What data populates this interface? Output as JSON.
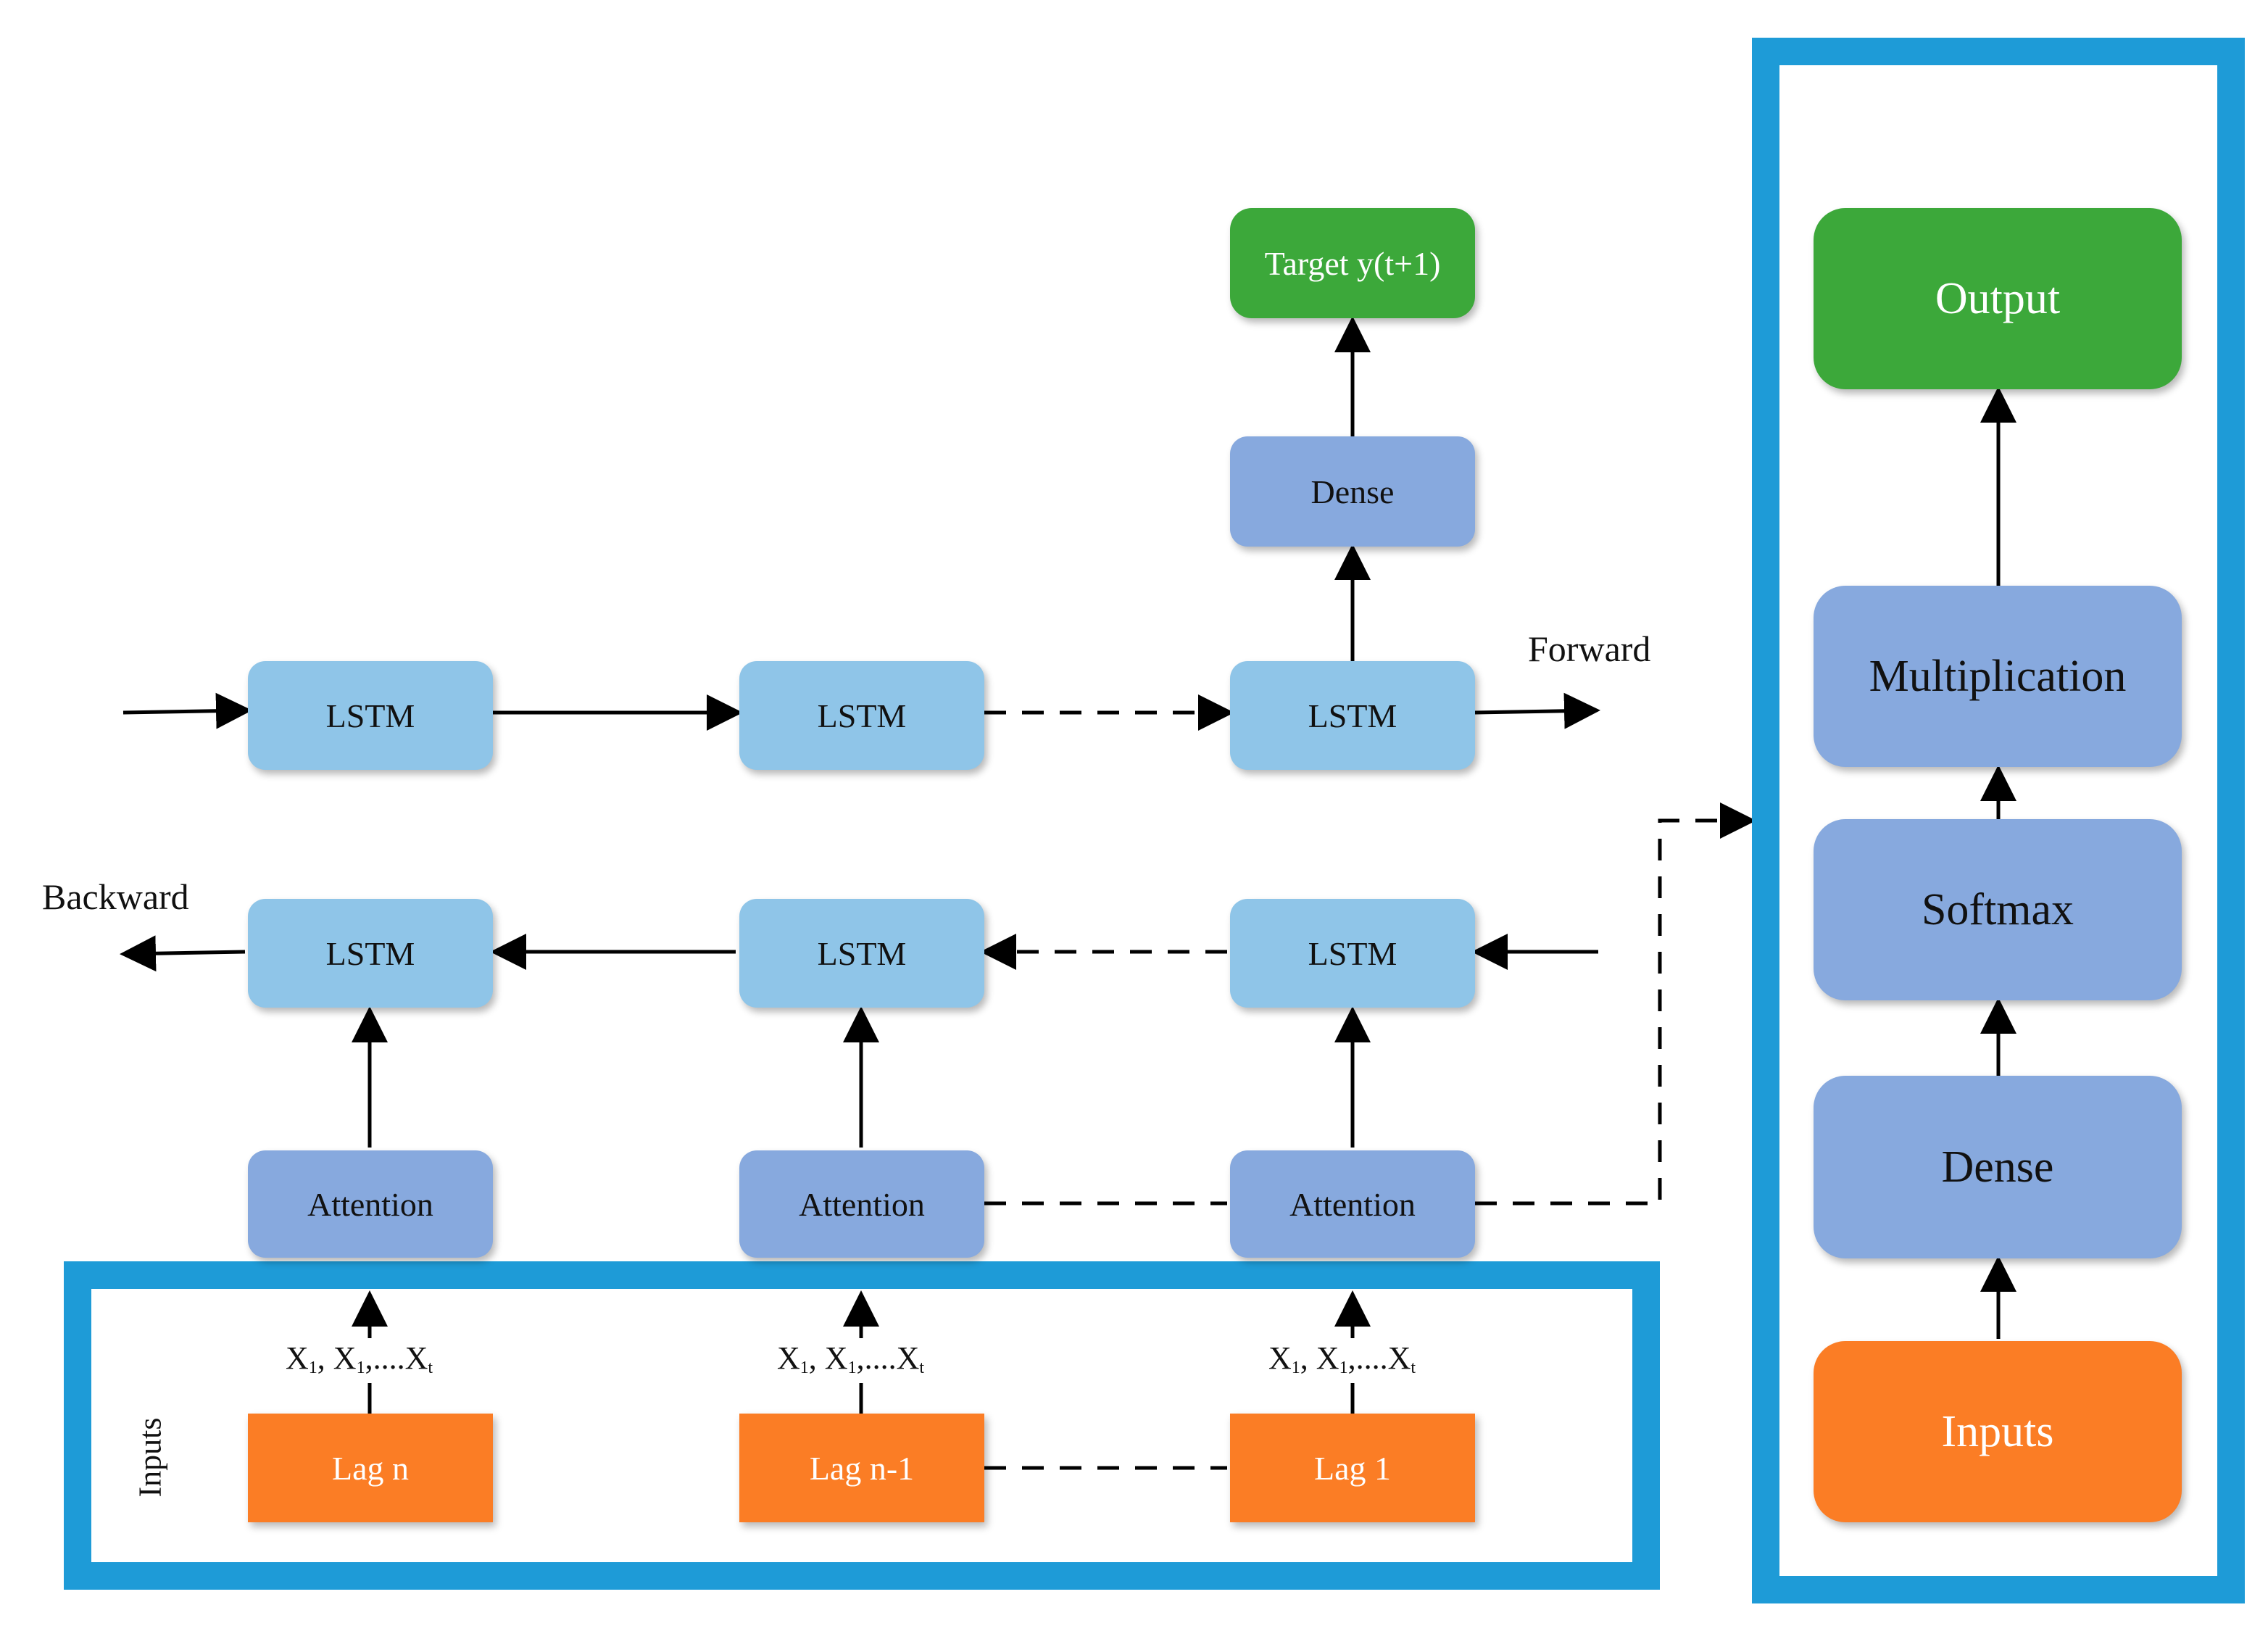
{
  "left_diagram": {
    "forward_label": "Forward",
    "backward_label": "Backward",
    "target_label": "Target y(t+1)",
    "dense_label": "Dense",
    "forward_lstm": [
      "LSTM",
      "LSTM",
      "LSTM"
    ],
    "backward_lstm": [
      "LSTM",
      "LSTM",
      "LSTM"
    ],
    "attention": [
      "Attention",
      "Attention",
      "Attention"
    ],
    "inputs_label": "Inputs",
    "input_sequence": {
      "x": "X",
      "comma": ", ",
      "dots": ",....",
      "sub1": "1",
      "subt": "t"
    },
    "lags": [
      "Lag n",
      "Lag n-1",
      "Lag 1"
    ]
  },
  "right_diagram": {
    "output": "Output",
    "multiplication": "Multiplication",
    "softmax": "Softmax",
    "dense": "Dense",
    "inputs": "Inputs"
  },
  "colors": {
    "frame_blue": "#1e9bd7",
    "lstm_blue": "#8fc5e8",
    "layer_blue": "#87a9de",
    "output_green": "#3ca83a",
    "input_orange": "#fb7d25"
  }
}
